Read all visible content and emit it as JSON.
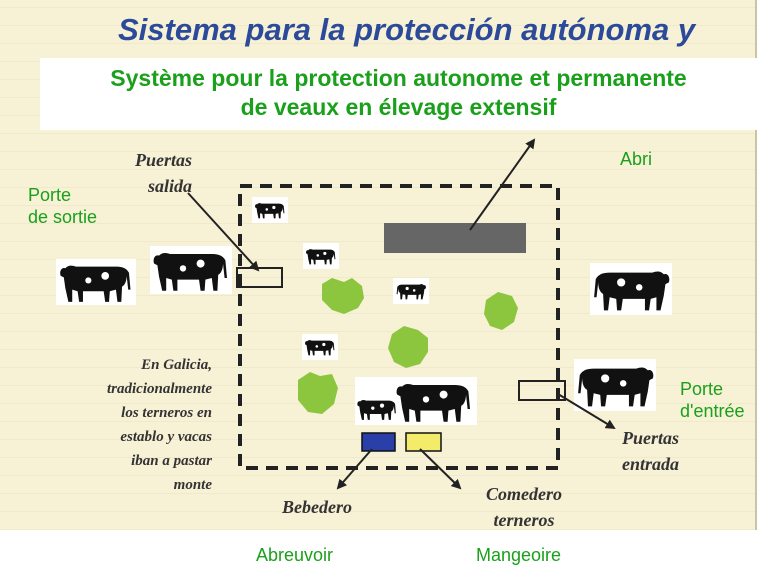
{
  "title_es": "Sistema para la protección autónoma y",
  "title_fr": [
    "Système pour la protection autonome et permanente",
    "de veaux en élevage extensif"
  ],
  "labels_es": {
    "puertas_salida": [
      "Puertas",
      "salida"
    ],
    "puertas_entrada": [
      "Puertas",
      "entrada"
    ],
    "bebedero": "Bebedero",
    "comedero": [
      "Comedero",
      "terneros"
    ]
  },
  "labels_fr": {
    "abri": "Abri",
    "porte_sortie": [
      "Porte",
      "de sortie"
    ],
    "porte_entree": [
      "Porte",
      "d'entrée"
    ],
    "abreuvoir": "Abreuvoir",
    "mangeoire": "Mangeoire"
  },
  "side_note": [
    "En Galicia,",
    "tradicionalmente",
    "los terneros en",
    "establo y vacas",
    "iban a pastar",
    "monte"
  ],
  "colors": {
    "title_es": "#2b4a9a",
    "title_fr": "#1aa01a",
    "shelter": "#666666",
    "bush": "#8cc63f",
    "water": "#2b3fa8",
    "feed": "#f3ec6a"
  }
}
